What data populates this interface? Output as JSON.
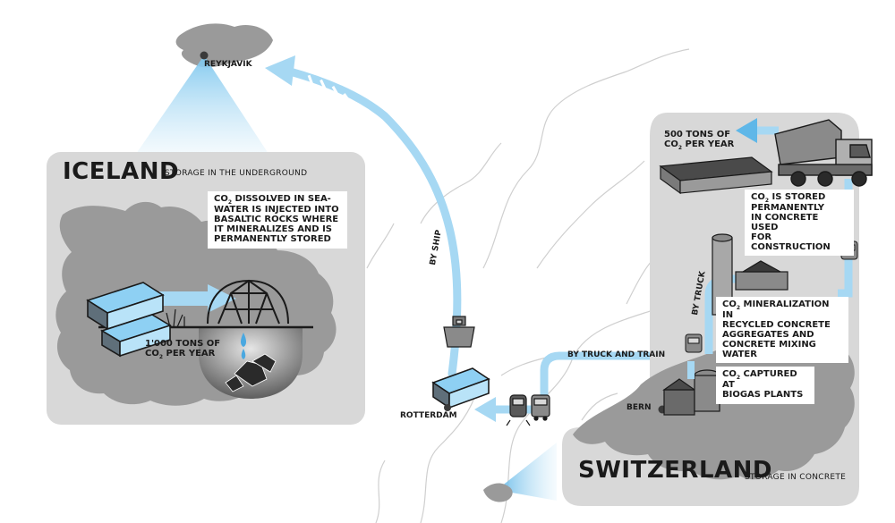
{
  "iceland": {
    "title": "ICELAND",
    "subtitle": "STORAGE IN THE UNDERGROUND",
    "note_line1_a": "CO",
    "note_line1_sub": "2",
    "note_line1_b": " DISSOLVED IN SEA-",
    "note_lines": [
      "WATER IS INJECTED INTO",
      "BASALTIC ROCKS WHERE",
      "IT MINERALIZES AND IS",
      "PERMANENTLY STORED"
    ],
    "tons_line1": "1'000 TONS OF",
    "tons_line2_a": "CO",
    "tons_line2_sub": "2",
    "tons_line2_b": " PER YEAR"
  },
  "switzerland": {
    "title": "SWITZERLAND",
    "subtitle": "STORAGE IN CONCRETE",
    "tons_line1": "500 TONS OF",
    "tons_line2_a": "CO",
    "tons_line2_sub": "2",
    "tons_line2_b": " PER YEAR",
    "stored_a": "CO",
    "stored_sub": "2",
    "stored_b": " IS STORED",
    "stored_lines": [
      "PERMANENTLY",
      "IN CONCRETE USED",
      "FOR CONSTRUCTION"
    ],
    "mineral_a": "CO",
    "mineral_sub": "2",
    "mineral_b": " MINERALIZATION IN",
    "mineral_lines": [
      "RECYCLED CONCRETE",
      "AGGREGATES AND",
      "CONCRETE MIXING WATER"
    ],
    "captured_a": "CO",
    "captured_sub": "2",
    "captured_b": " CAPTURED AT",
    "captured_line2": "BIOGAS PLANTS"
  },
  "cities": {
    "reykjavik": "REYKJAVIK",
    "rotterdam": "ROTTERDAM",
    "bern": "BERN"
  },
  "routes": {
    "ship": "BY SHIP",
    "truck_train": "BY TRUCK AND TRAIN",
    "truck": "BY TRUCK"
  },
  "colors": {
    "route_blue": "#a6d8f3",
    "panel_gray": "#d8d8d8",
    "land_gray": "#9a9a9a",
    "map_outline": "#cfcfcf"
  }
}
